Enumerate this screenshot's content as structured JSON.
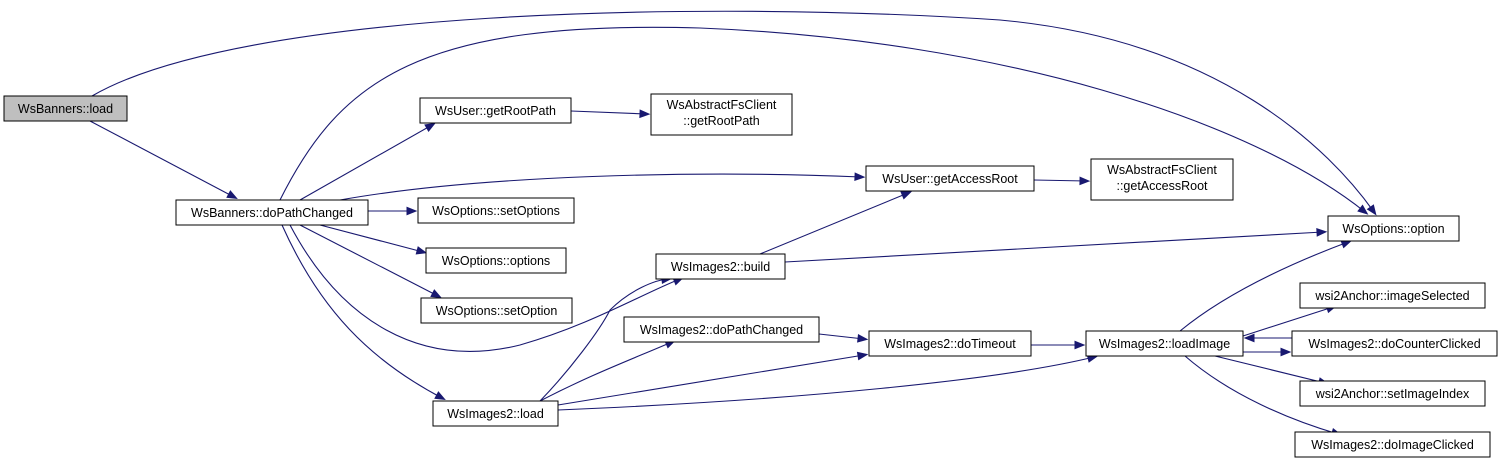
{
  "graph": {
    "nodes": {
      "banners_load": {
        "lines": [
          "WsBanners::load"
        ],
        "root": true
      },
      "banners_dopath": {
        "lines": [
          "WsBanners::doPathChanged"
        ]
      },
      "user_getrootpath": {
        "lines": [
          "WsUser::getRootPath"
        ]
      },
      "absfs_getrootpath": {
        "lines": [
          "WsAbstractFsClient",
          "::getRootPath"
        ]
      },
      "user_getaccessroot": {
        "lines": [
          "WsUser::getAccessRoot"
        ]
      },
      "absfs_getaccessroot": {
        "lines": [
          "WsAbstractFsClient",
          "::getAccessRoot"
        ]
      },
      "options_setoptions": {
        "lines": [
          "WsOptions::setOptions"
        ]
      },
      "options_options": {
        "lines": [
          "WsOptions::options"
        ]
      },
      "options_setoption": {
        "lines": [
          "WsOptions::setOption"
        ]
      },
      "options_option": {
        "lines": [
          "WsOptions::option"
        ]
      },
      "images2_build": {
        "lines": [
          "WsImages2::build"
        ]
      },
      "images2_dopath": {
        "lines": [
          "WsImages2::doPathChanged"
        ]
      },
      "images2_dotimeout": {
        "lines": [
          "WsImages2::doTimeout"
        ]
      },
      "images2_load": {
        "lines": [
          "WsImages2::load"
        ]
      },
      "images2_loadimage": {
        "lines": [
          "WsImages2::loadImage"
        ]
      },
      "anchor_imageselected": {
        "lines": [
          "wsi2Anchor::imageSelected"
        ]
      },
      "images2_docounterclicked": {
        "lines": [
          "WsImages2::doCounterClicked"
        ]
      },
      "anchor_setimageindex": {
        "lines": [
          "wsi2Anchor::setImageIndex"
        ]
      },
      "images2_doimageclicked": {
        "lines": [
          "WsImages2::doImageClicked"
        ]
      }
    }
  }
}
